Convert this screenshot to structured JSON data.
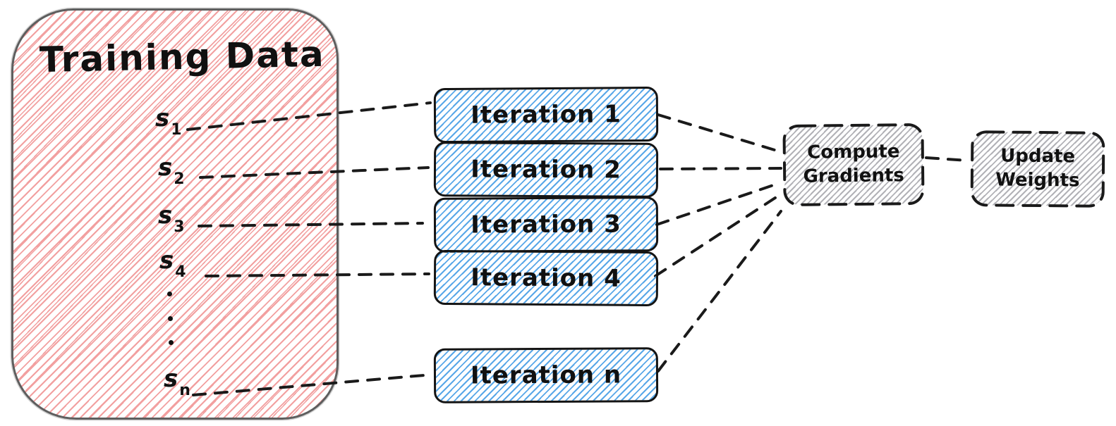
{
  "training_box": {
    "title": "Training Data",
    "samples": [
      {
        "base": "s",
        "sub": "1"
      },
      {
        "base": "s",
        "sub": "2"
      },
      {
        "base": "s",
        "sub": "3"
      },
      {
        "base": "s",
        "sub": "4"
      },
      {
        "base": "s",
        "sub": "n"
      }
    ]
  },
  "iterations": [
    {
      "label": "Iteration 1"
    },
    {
      "label": "Iteration 2"
    },
    {
      "label": "Iteration 3"
    },
    {
      "label": "Iteration 4"
    },
    {
      "label": "Iteration n"
    }
  ],
  "compute_gradients": {
    "line1": "Compute",
    "line2": "Gradients"
  },
  "update_weights": {
    "line1": "Update",
    "line2": "Weights"
  },
  "colors": {
    "training_hatch": "#f2a0a0",
    "training_border": "#5e5e5e",
    "iteration_hatch": "#58a7e8",
    "iteration_border": "#141414",
    "process_hatch": "#b2b2b7",
    "process_border": "#1a1a1a",
    "connector": "#1a1a1a",
    "text": "#111111"
  }
}
